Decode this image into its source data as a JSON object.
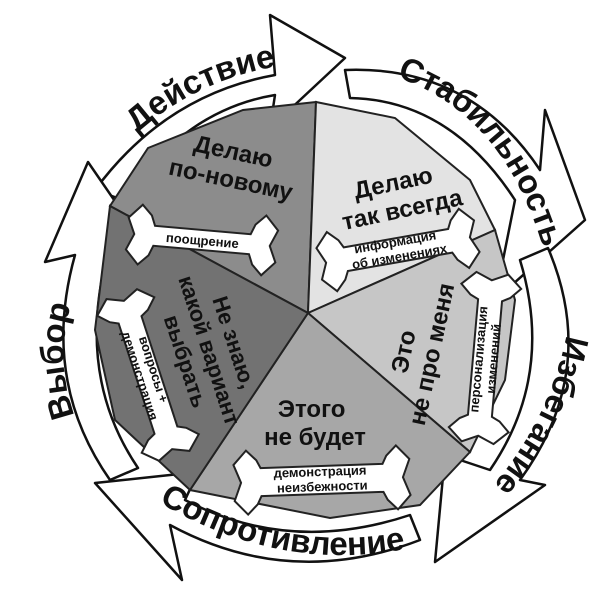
{
  "ring_stages": [
    {
      "id": "action",
      "label": "Действие"
    },
    {
      "id": "stability",
      "label": "Стабильность"
    },
    {
      "id": "avoidance",
      "label": "Избегание"
    },
    {
      "id": "resistance",
      "label": "Сопротивление"
    },
    {
      "id": "choice",
      "label": "Выбор"
    }
  ],
  "sectors": [
    {
      "id": "new-way",
      "title_lines": [
        "Делаю",
        "по-новому"
      ],
      "wrench_lines": [
        "поощрение"
      ],
      "color": "#8c8c8c"
    },
    {
      "id": "as-always",
      "title_lines": [
        "Делаю",
        "так всегда"
      ],
      "wrench_lines": [
        "информация",
        "об изменениях"
      ],
      "color": "#e3e3e3"
    },
    {
      "id": "not-about-me",
      "title_lines": [
        "Это",
        "не про меня"
      ],
      "wrench_lines": [
        "персонализация",
        "изменений"
      ],
      "color": "#c6c6c6"
    },
    {
      "id": "wont-happen",
      "title_lines": [
        "Этого",
        "не будет"
      ],
      "wrench_lines": [
        "демонстрация",
        "неизбежности"
      ],
      "color": "#a7a7a7"
    },
    {
      "id": "dont-know",
      "title_lines": [
        "Не знаю,",
        "какой вариант",
        "выбрать"
      ],
      "wrench_lines": [
        "вопросы +",
        "демонстрация"
      ],
      "color": "#727272"
    }
  ]
}
